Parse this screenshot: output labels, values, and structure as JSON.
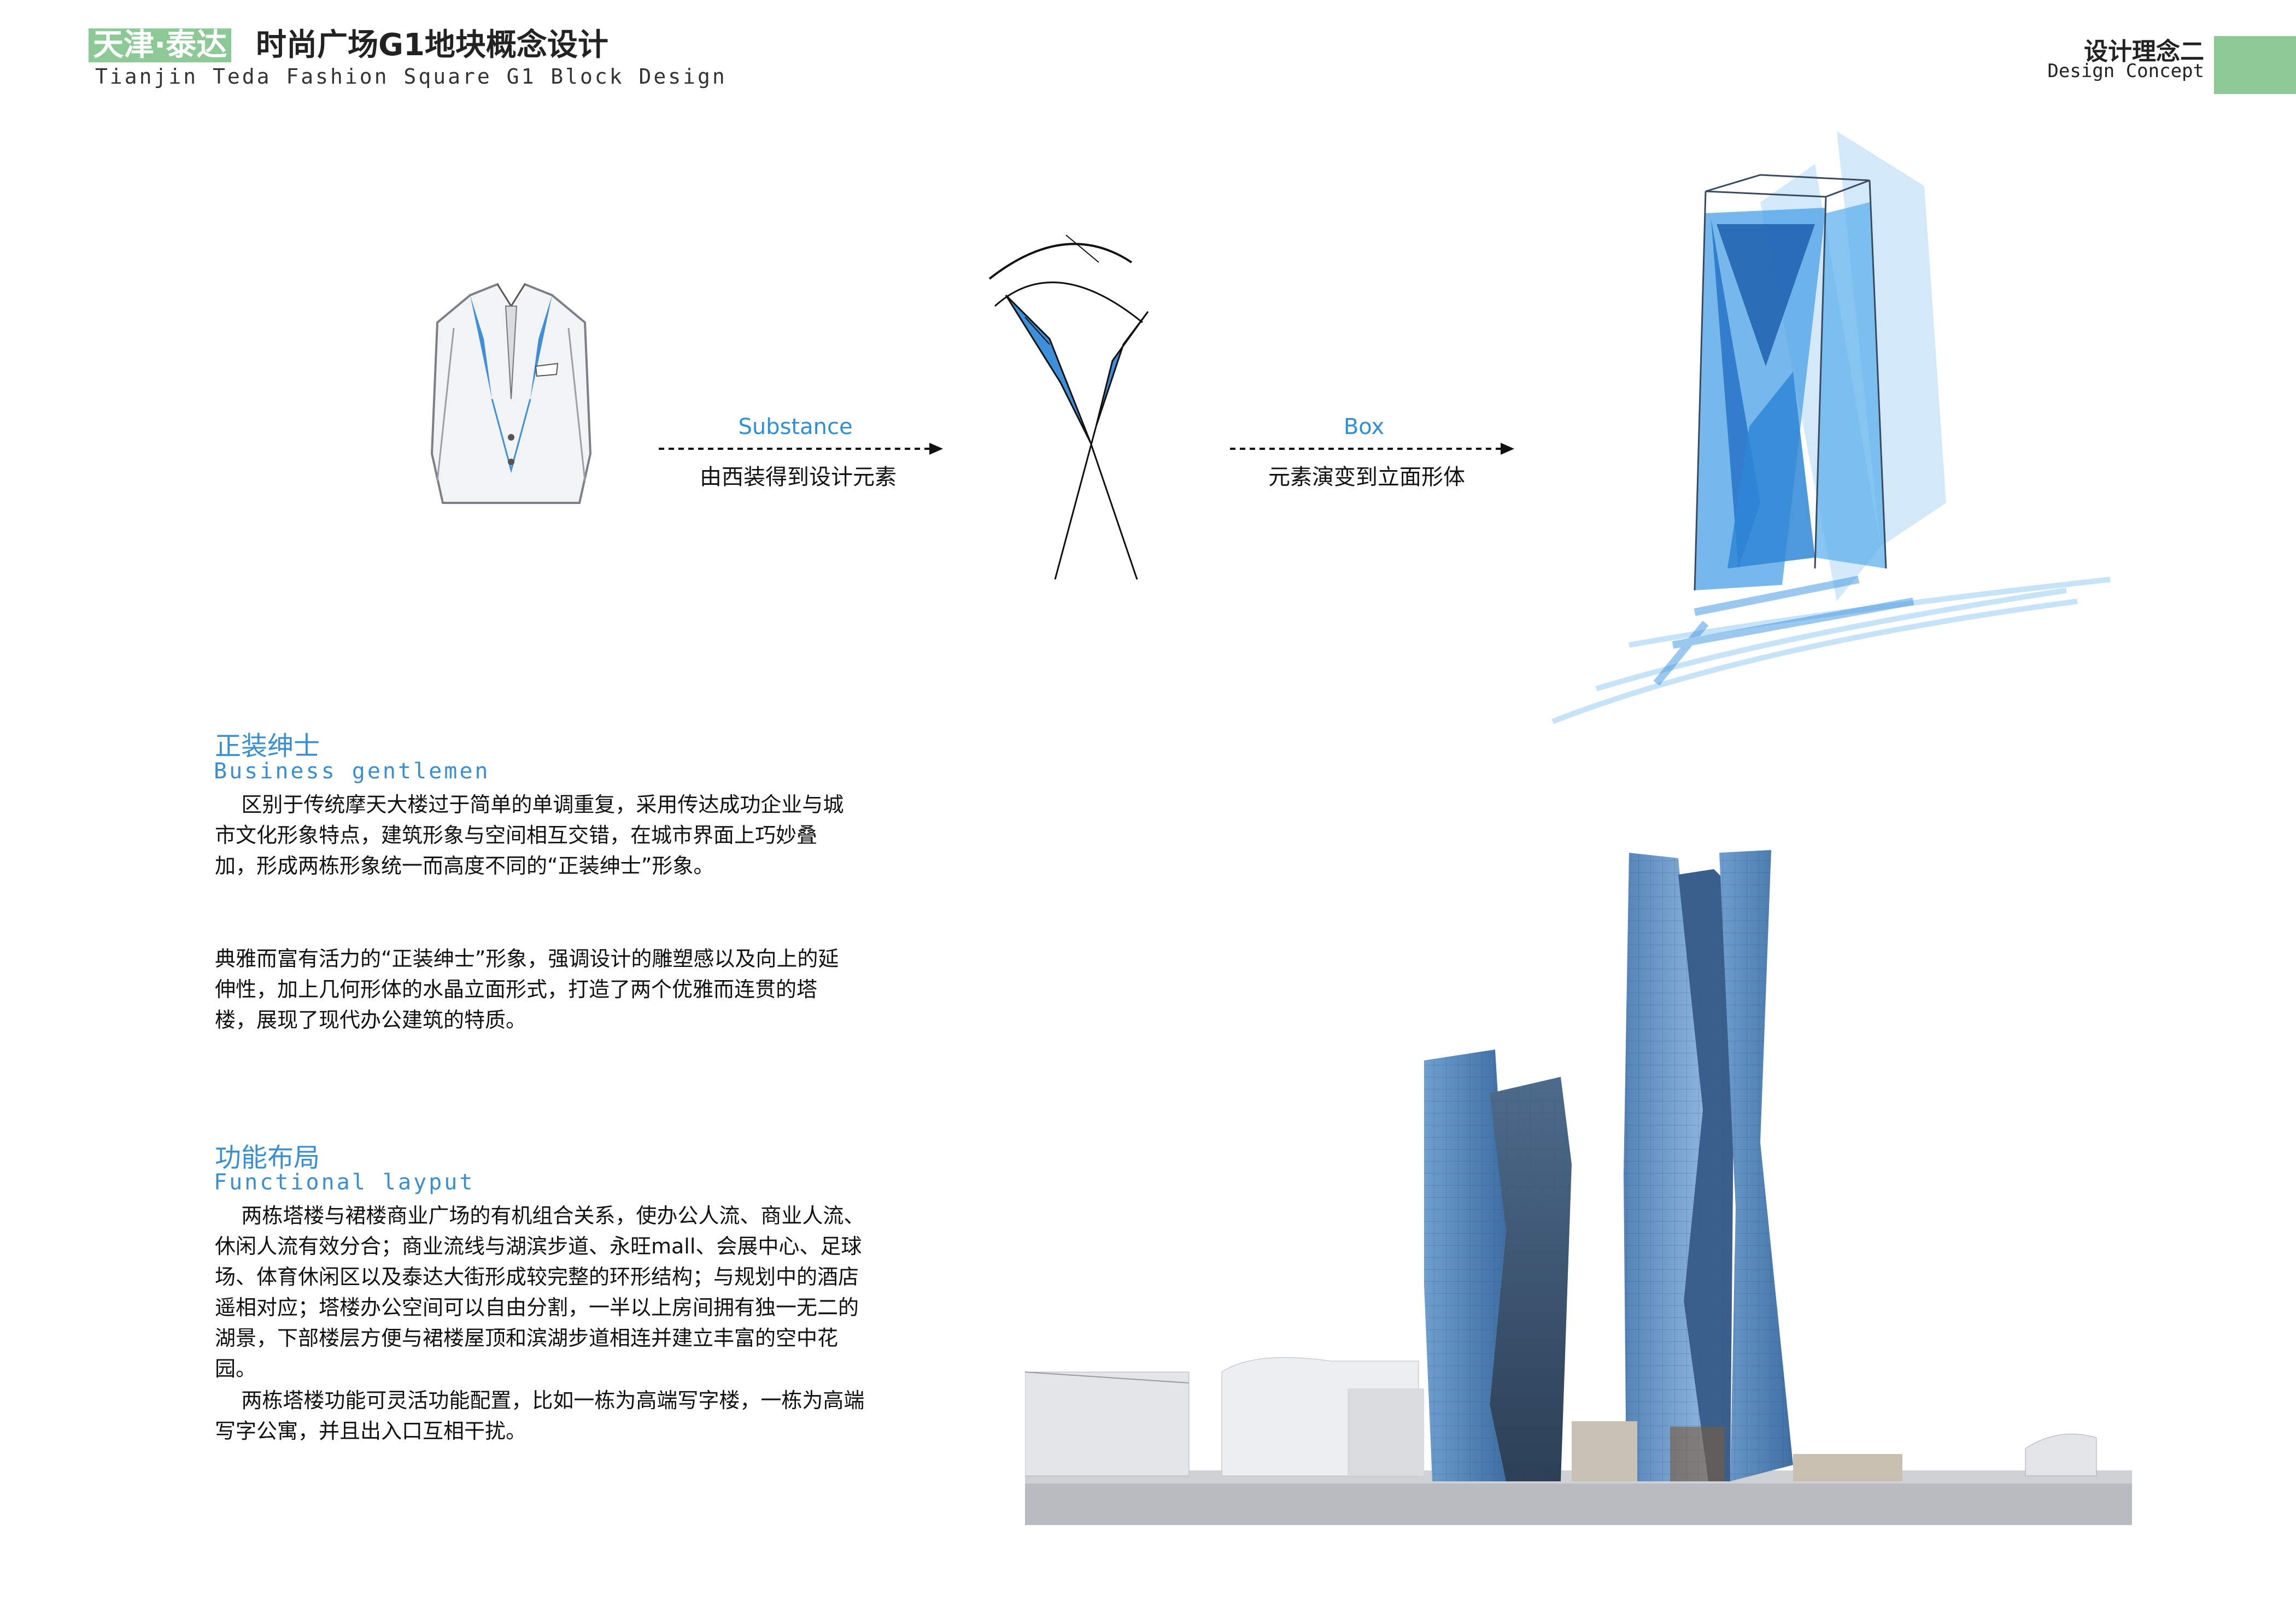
{
  "header": {
    "badge": "天津·泰达",
    "title": "时尚广场G1地块概念设计",
    "subtitle": "Tianjin Teda Fashion Square G1 Block Design",
    "concept_cn": "设计理念二",
    "concept_en": "Design Concept",
    "accent_color": "#8cc996"
  },
  "process": {
    "step1_top": "Substance",
    "step1_bottom": "由西装得到设计元素",
    "step2_top": "Box",
    "step2_bottom": "元素演变到立面形体",
    "blue": "#2f8fd6"
  },
  "section1": {
    "heading_cn": "正装绅士",
    "heading_en": "Business gentlemen",
    "paragraphs": [
      "    区别于传统摩天大楼过于简单的单调重复，采用传达成功企业与城市文化形象特点，建筑形象与空间相互交错，在城市界面上巧妙叠加，形成两栋形象统一而高度不同的“正装绅士”形象。",
      "典雅而富有活力的“正装绅士”形象，强调设计的雕塑感以及向上的延伸性，加上几何形体的水晶立面形式，打造了两个优雅而连贯的塔楼，展现了现代办公建筑的特质。"
    ]
  },
  "section2": {
    "heading_cn": "功能布局",
    "heading_en": "Functional layput",
    "paragraphs": [
      "    两栋塔楼与裙楼商业广场的有机组合关系，使办公人流、商业人流、休闲人流有效分合；商业流线与湖滨步道、永旺mall、会展中心、足球场、体育休闲区以及泰达大街形成较完整的环形结构；与规划中的酒店遥相对应；塔楼办公空间可以自由分割，一半以上房间拥有独一无二的湖景，下部楼层方便与裙楼屋顶和滨湖步道相连并建立丰富的空中花园。",
      "    两栋塔楼功能可灵活功能配置，比如一栋为高端写字楼，一栋为高端写字公寓，并且出入口互相干扰。"
    ]
  }
}
